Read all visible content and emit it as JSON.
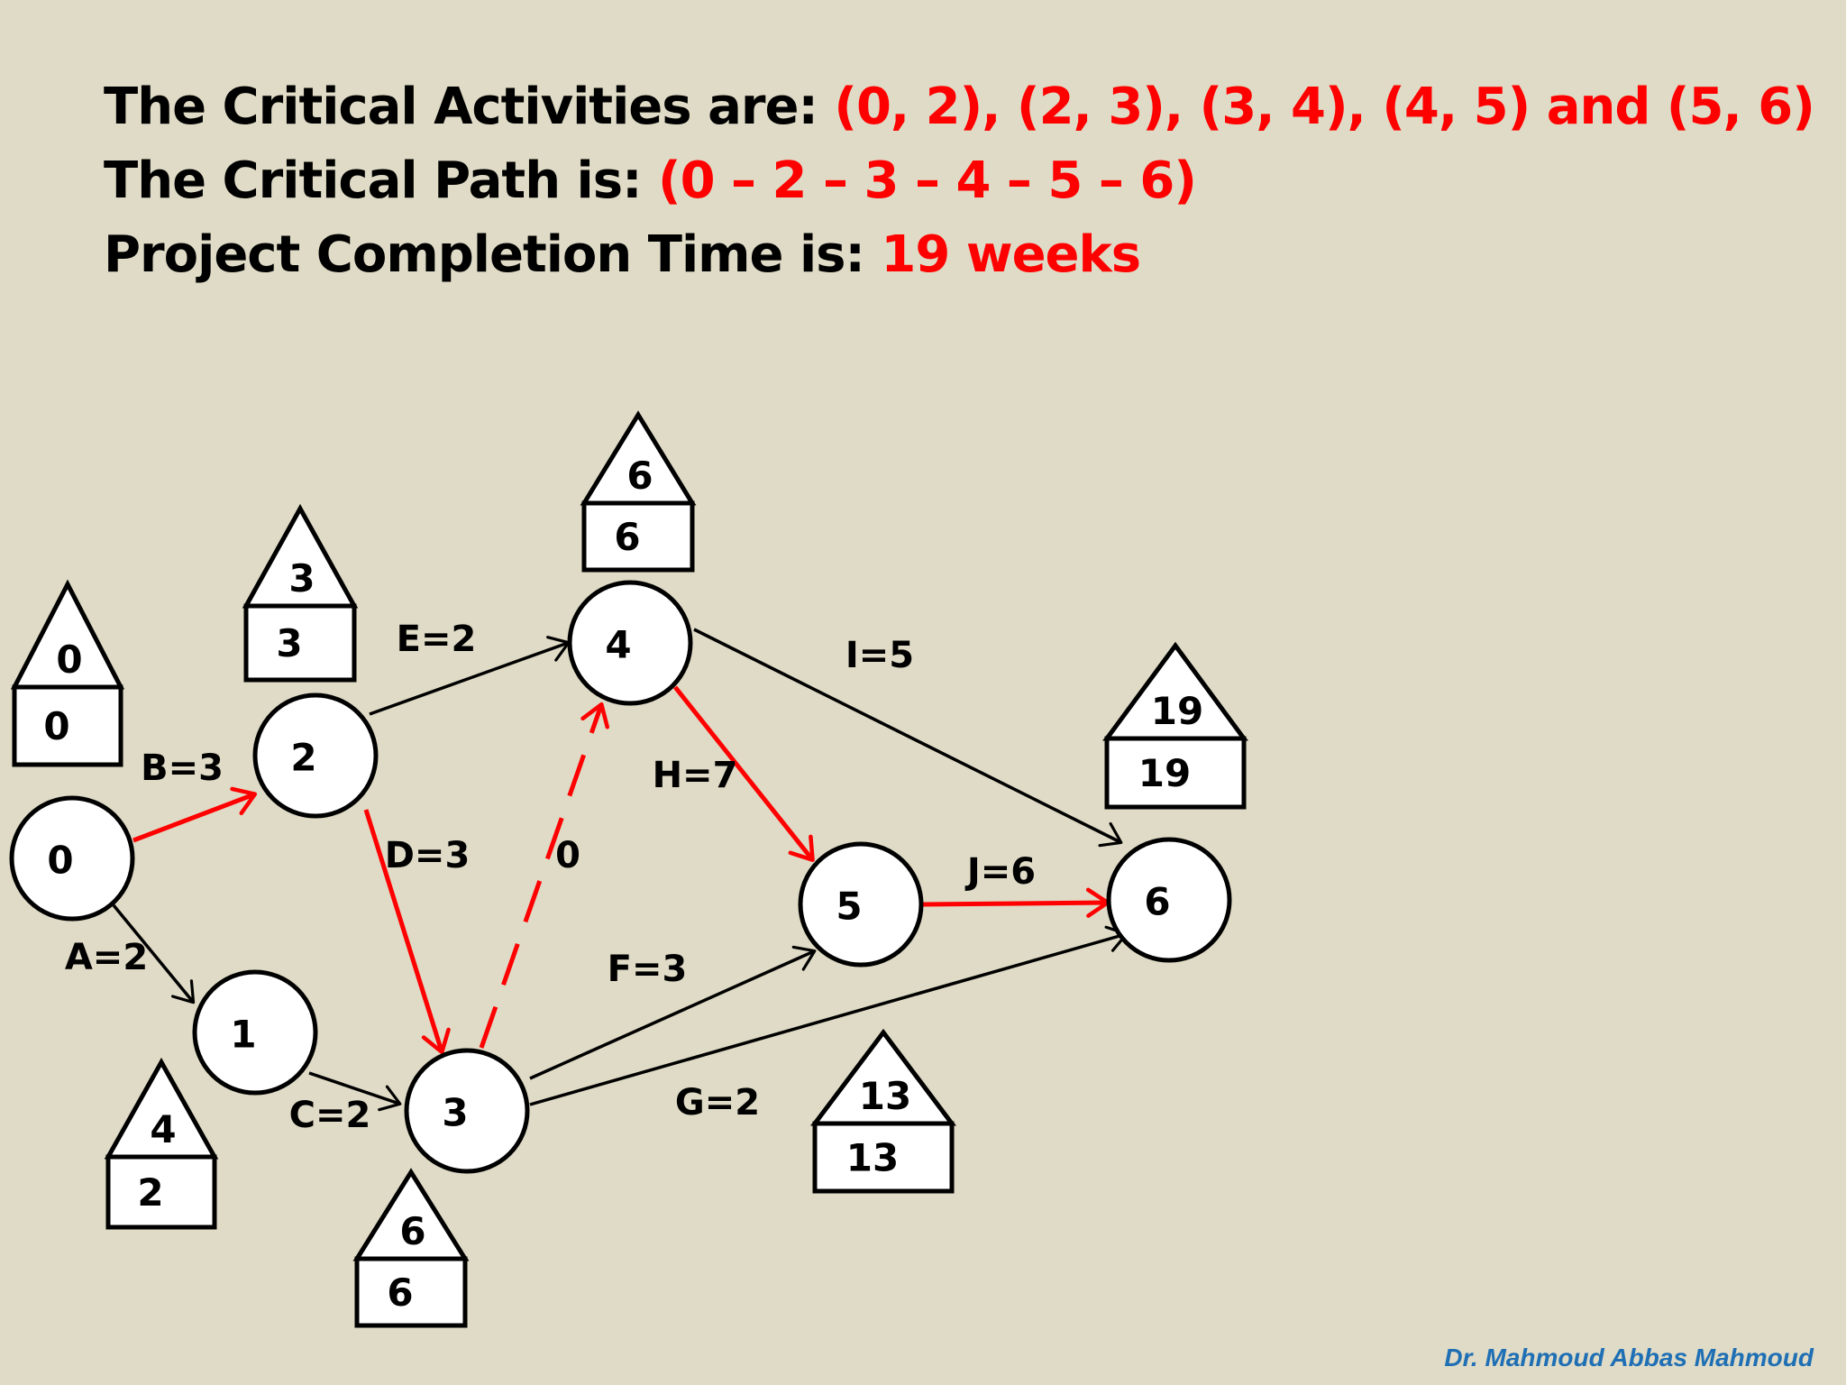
{
  "heading": {
    "line1_label": "The Critical Activities are: ",
    "line1_value": "(0, 2), (2, 3), (3, 4), (4, 5) and (5, 6)",
    "line2_label": "The Critical Path is: ",
    "line2_value": "(0 – 2 – 3 – 4 – 5 – 6)",
    "line3_label": "Project Completion Time is: ",
    "line3_value": "19 weeks"
  },
  "colors": {
    "background": "#dfdbc6",
    "critical": "#ff0000",
    "normal": "#000000",
    "credit": "#1f6fb5"
  },
  "nodes": [
    {
      "id": "0",
      "label": "0",
      "latest": "0",
      "earliest": "0"
    },
    {
      "id": "1",
      "label": "1",
      "latest": "4",
      "earliest": "2"
    },
    {
      "id": "2",
      "label": "2",
      "latest": "3",
      "earliest": "3"
    },
    {
      "id": "3",
      "label": "3",
      "latest": "6",
      "earliest": "6"
    },
    {
      "id": "4",
      "label": "4",
      "latest": "6",
      "earliest": "6"
    },
    {
      "id": "5",
      "label": "5",
      "latest": "13",
      "earliest": "13"
    },
    {
      "id": "6",
      "label": "6",
      "latest": "19",
      "earliest": "19"
    }
  ],
  "activities": [
    {
      "id": "A",
      "from": "0",
      "to": "1",
      "label": "A=2",
      "critical": false,
      "dummy": false
    },
    {
      "id": "B",
      "from": "0",
      "to": "2",
      "label": "B=3",
      "critical": true,
      "dummy": false
    },
    {
      "id": "C",
      "from": "1",
      "to": "3",
      "label": "C=2",
      "critical": false,
      "dummy": false
    },
    {
      "id": "D",
      "from": "2",
      "to": "3",
      "label": "D=3",
      "critical": true,
      "dummy": false
    },
    {
      "id": "E",
      "from": "2",
      "to": "4",
      "label": "E=2",
      "critical": false,
      "dummy": false
    },
    {
      "id": "dummy",
      "from": "3",
      "to": "4",
      "label": "0",
      "critical": true,
      "dummy": true
    },
    {
      "id": "F",
      "from": "3",
      "to": "5",
      "label": "F=3",
      "critical": false,
      "dummy": false
    },
    {
      "id": "G",
      "from": "3",
      "to": "6",
      "label": "G=2",
      "critical": false,
      "dummy": false
    },
    {
      "id": "H",
      "from": "4",
      "to": "5",
      "label": "H=7",
      "critical": true,
      "dummy": false
    },
    {
      "id": "I",
      "from": "4",
      "to": "6",
      "label": "I=5",
      "critical": false,
      "dummy": false
    },
    {
      "id": "J",
      "from": "5",
      "to": "6",
      "label": "J=6",
      "critical": true,
      "dummy": false
    }
  ],
  "credit": "Dr. Mahmoud Abbas Mahmoud"
}
